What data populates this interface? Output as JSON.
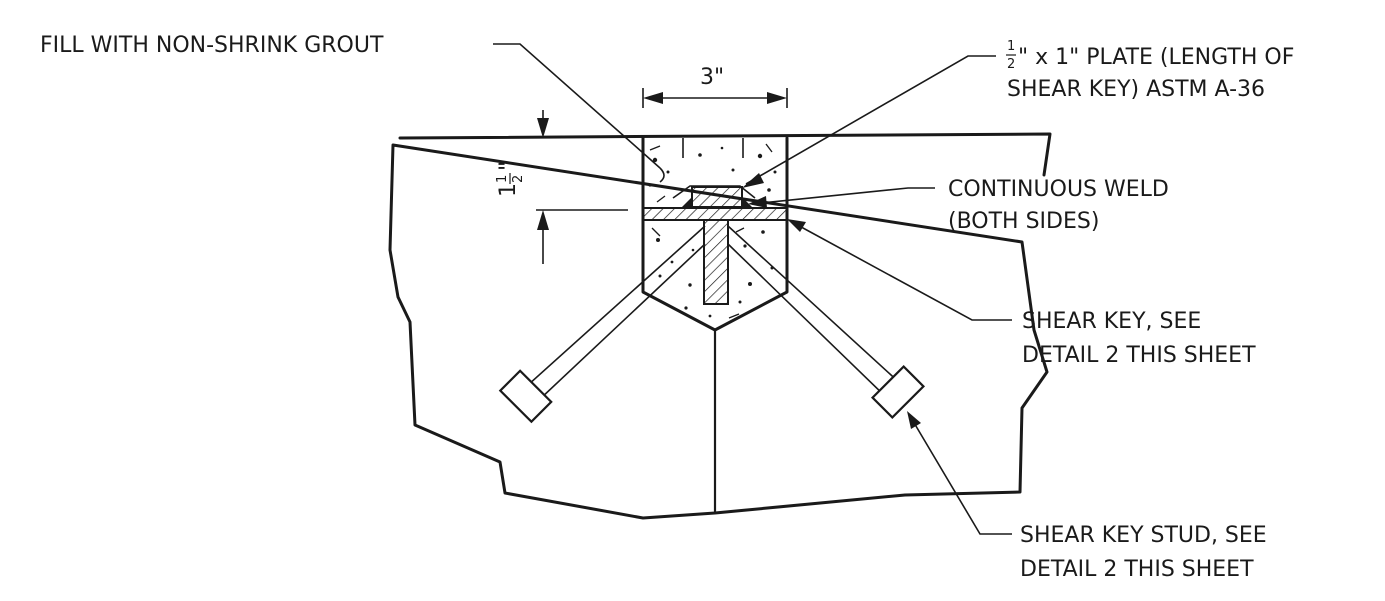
{
  "labels": {
    "grout": "FILL WITH NON-SHRINK GROUT",
    "plate_l1_rest": "\" x 1\" PLATE (LENGTH OF",
    "plate_l2": "SHEAR KEY) ASTM A-36",
    "weld_l1": "CONTINUOUS WELD",
    "weld_l2": "(BOTH SIDES)",
    "key_l1": "SHEAR KEY, SEE",
    "key_l2": "DETAIL 2 THIS SHEET",
    "stud_l1": "SHEAR KEY STUD, SEE",
    "stud_l2": "DETAIL 2 THIS SHEET"
  },
  "fractions": {
    "half_num": "1",
    "half_den": "2"
  },
  "dimensions": {
    "width": "3\"",
    "depth_whole": "1",
    "depth_num": "1",
    "depth_den": "2",
    "depth_mark": "\""
  }
}
